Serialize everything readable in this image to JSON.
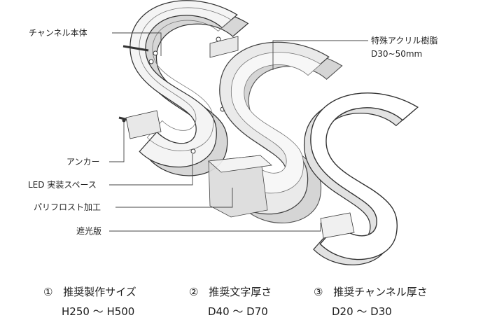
{
  "labels": {
    "channel_body": "チャンネル本体",
    "anchor": "アンカー",
    "led_space": "LED 実装スペース",
    "parifrost": "パリフロスト加工",
    "shield_plate": "遮光版",
    "acrylic": "特殊アクリル樹脂",
    "acrylic_depth": "D30~50mm"
  },
  "diagram": {
    "layers": [
      {
        "letter": "S",
        "role": "channel",
        "fill": "#f2f2f2"
      },
      {
        "letter": "S",
        "role": "led-frosted",
        "fill": "#e6e6e6"
      },
      {
        "letter": "S",
        "role": "acrylic-face",
        "fill": "#ffffff"
      }
    ]
  },
  "specs": [
    {
      "marker": "①",
      "title": "推奨製作サイズ",
      "value": "H250 ～ H500"
    },
    {
      "marker": "②",
      "title": "推奨文字厚さ",
      "value": "D40 ～ D70"
    },
    {
      "marker": "③",
      "title": "推奨チャンネル厚さ",
      "value": "D20 ～ D30"
    }
  ],
  "colors": {
    "stroke": "#333333",
    "leader": "#444444",
    "face": "#ffffff",
    "side": "#e4e4e4"
  }
}
